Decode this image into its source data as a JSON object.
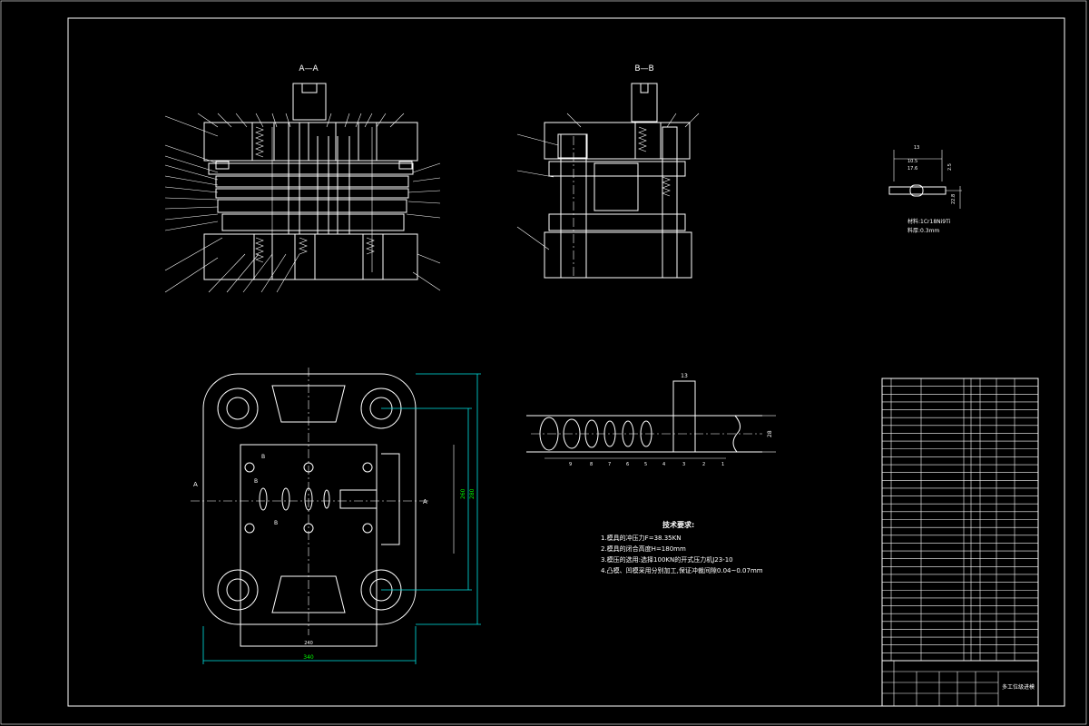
{
  "views": {
    "section_aa_label": "A—A",
    "section_bb_label": "B—B"
  },
  "tech_requirements": {
    "title": "技术要求:",
    "items": [
      "1.模具的冲压力F=38.35KN",
      "2.模具的闭合高度H=180mm",
      "3.模压的选用:选择100KN的开式压力机J23-10",
      "4.凸模、凹模采用分别加工,保证冲裁间隙0.04~0.07mm"
    ]
  },
  "part_drawing": {
    "material_label": "材料:1Cr18Ni9Ti",
    "thickness_label": "料厚:0.3mm",
    "dims": [
      "13",
      "10.5",
      "17.6",
      "2.5",
      "22.8"
    ]
  },
  "strip_layout": {
    "dims": [
      "13",
      "28"
    ],
    "station_numbers": [
      "9",
      "8",
      "7",
      "6",
      "5",
      "4",
      "3",
      "2",
      "1"
    ]
  },
  "plan_view": {
    "section_marks": [
      "A",
      "A",
      "B",
      "B",
      "B"
    ],
    "dims": [
      "340",
      "240",
      "260",
      "280"
    ]
  },
  "title_block": {
    "drawing_title": "多工位级进模"
  },
  "colors": {
    "background": "#000000",
    "lines": "#ffffff",
    "dimension": "#00e5e5",
    "dim_text": "#00ff00"
  }
}
